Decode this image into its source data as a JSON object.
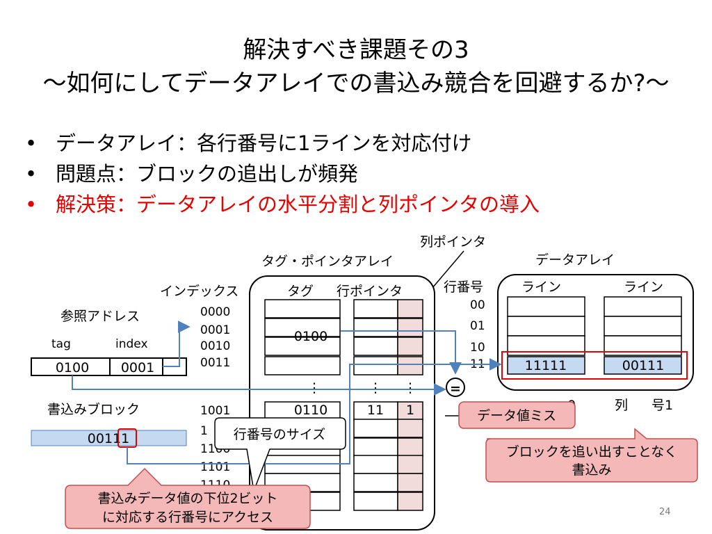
{
  "title": {
    "line1": "解決すべき課題その3",
    "line2": "～如何にしてデータアレイでの書込み競合を回避するか?～"
  },
  "bullets": [
    {
      "marker": "•",
      "text": "データアレイ：各行番号に1ラインを対応付け"
    },
    {
      "marker": "•",
      "text": "問題点：ブロックの追出しが頻発"
    },
    {
      "marker": "•",
      "text": "解決策：データアレイの水平分割と列ポインタの導入"
    }
  ],
  "colors": {
    "highlight": "#e60000",
    "block_fill": "#c5d9f1",
    "pointer_column": "#f2dcdb",
    "callout_fill": "#f4b8b8",
    "arrow": "#4f81bd"
  },
  "address": {
    "title": "参照アドレス",
    "tag_label": "tag",
    "index_label": "index",
    "tag_value": "0100",
    "index_value": "0001"
  },
  "write_block": {
    "label": "書込みブロック",
    "value": "00111"
  },
  "index_column": {
    "header": "インデックス",
    "upper": [
      "0000",
      "0001",
      "0010",
      "0011"
    ],
    "lower": [
      "1001",
      "1",
      "1100",
      "1101",
      "1110"
    ]
  },
  "tag_pointer_array": {
    "title": "タグ・ポインタアレイ",
    "tag_header": "タグ",
    "row_pointer_header": "行ポインタ",
    "column_pointer_label": "列ポインタ",
    "tag_values": {
      "row_0001": "0100",
      "row_1001": "0110"
    },
    "row_pointer_value": "11",
    "column_pointer_value": "1",
    "ellipsis": "⋮"
  },
  "data_array": {
    "title": "データアレイ",
    "row_number_header": "行番号",
    "row_numbers": [
      "00",
      "01",
      "10",
      "11"
    ],
    "line_headers": [
      "ライン",
      "ライン"
    ],
    "highlighted_values": [
      "11111",
      "00111"
    ],
    "column_label_0_partial": "0",
    "column_label_1_partial_a": "列",
    "column_label_1_partial_b": "号1"
  },
  "comparator": {
    "symbol": "="
  },
  "callouts": {
    "data_miss": "データ値ミス",
    "row_size": "行番号のサイズ",
    "no_eviction_line1": "ブロックを追い出すことなく",
    "no_eviction_line2": "書込み",
    "lower_bits_line1": "書込みデータ値の下位2ビット",
    "lower_bits_line2": "に対応する行番号にアクセス"
  },
  "page_number": "24"
}
